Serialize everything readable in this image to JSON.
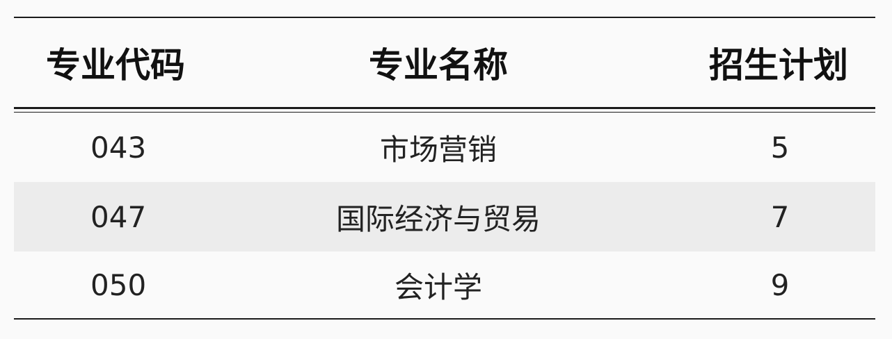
{
  "table": {
    "headers": {
      "code": "专业代码",
      "name": "专业名称",
      "plan": "招生计划"
    },
    "rows": [
      {
        "code": "043",
        "name": "市场营销",
        "plan": "5"
      },
      {
        "code": "047",
        "name": "国际经济与贸易",
        "plan": "7"
      },
      {
        "code": "050",
        "name": "会计学",
        "plan": "9"
      }
    ]
  }
}
